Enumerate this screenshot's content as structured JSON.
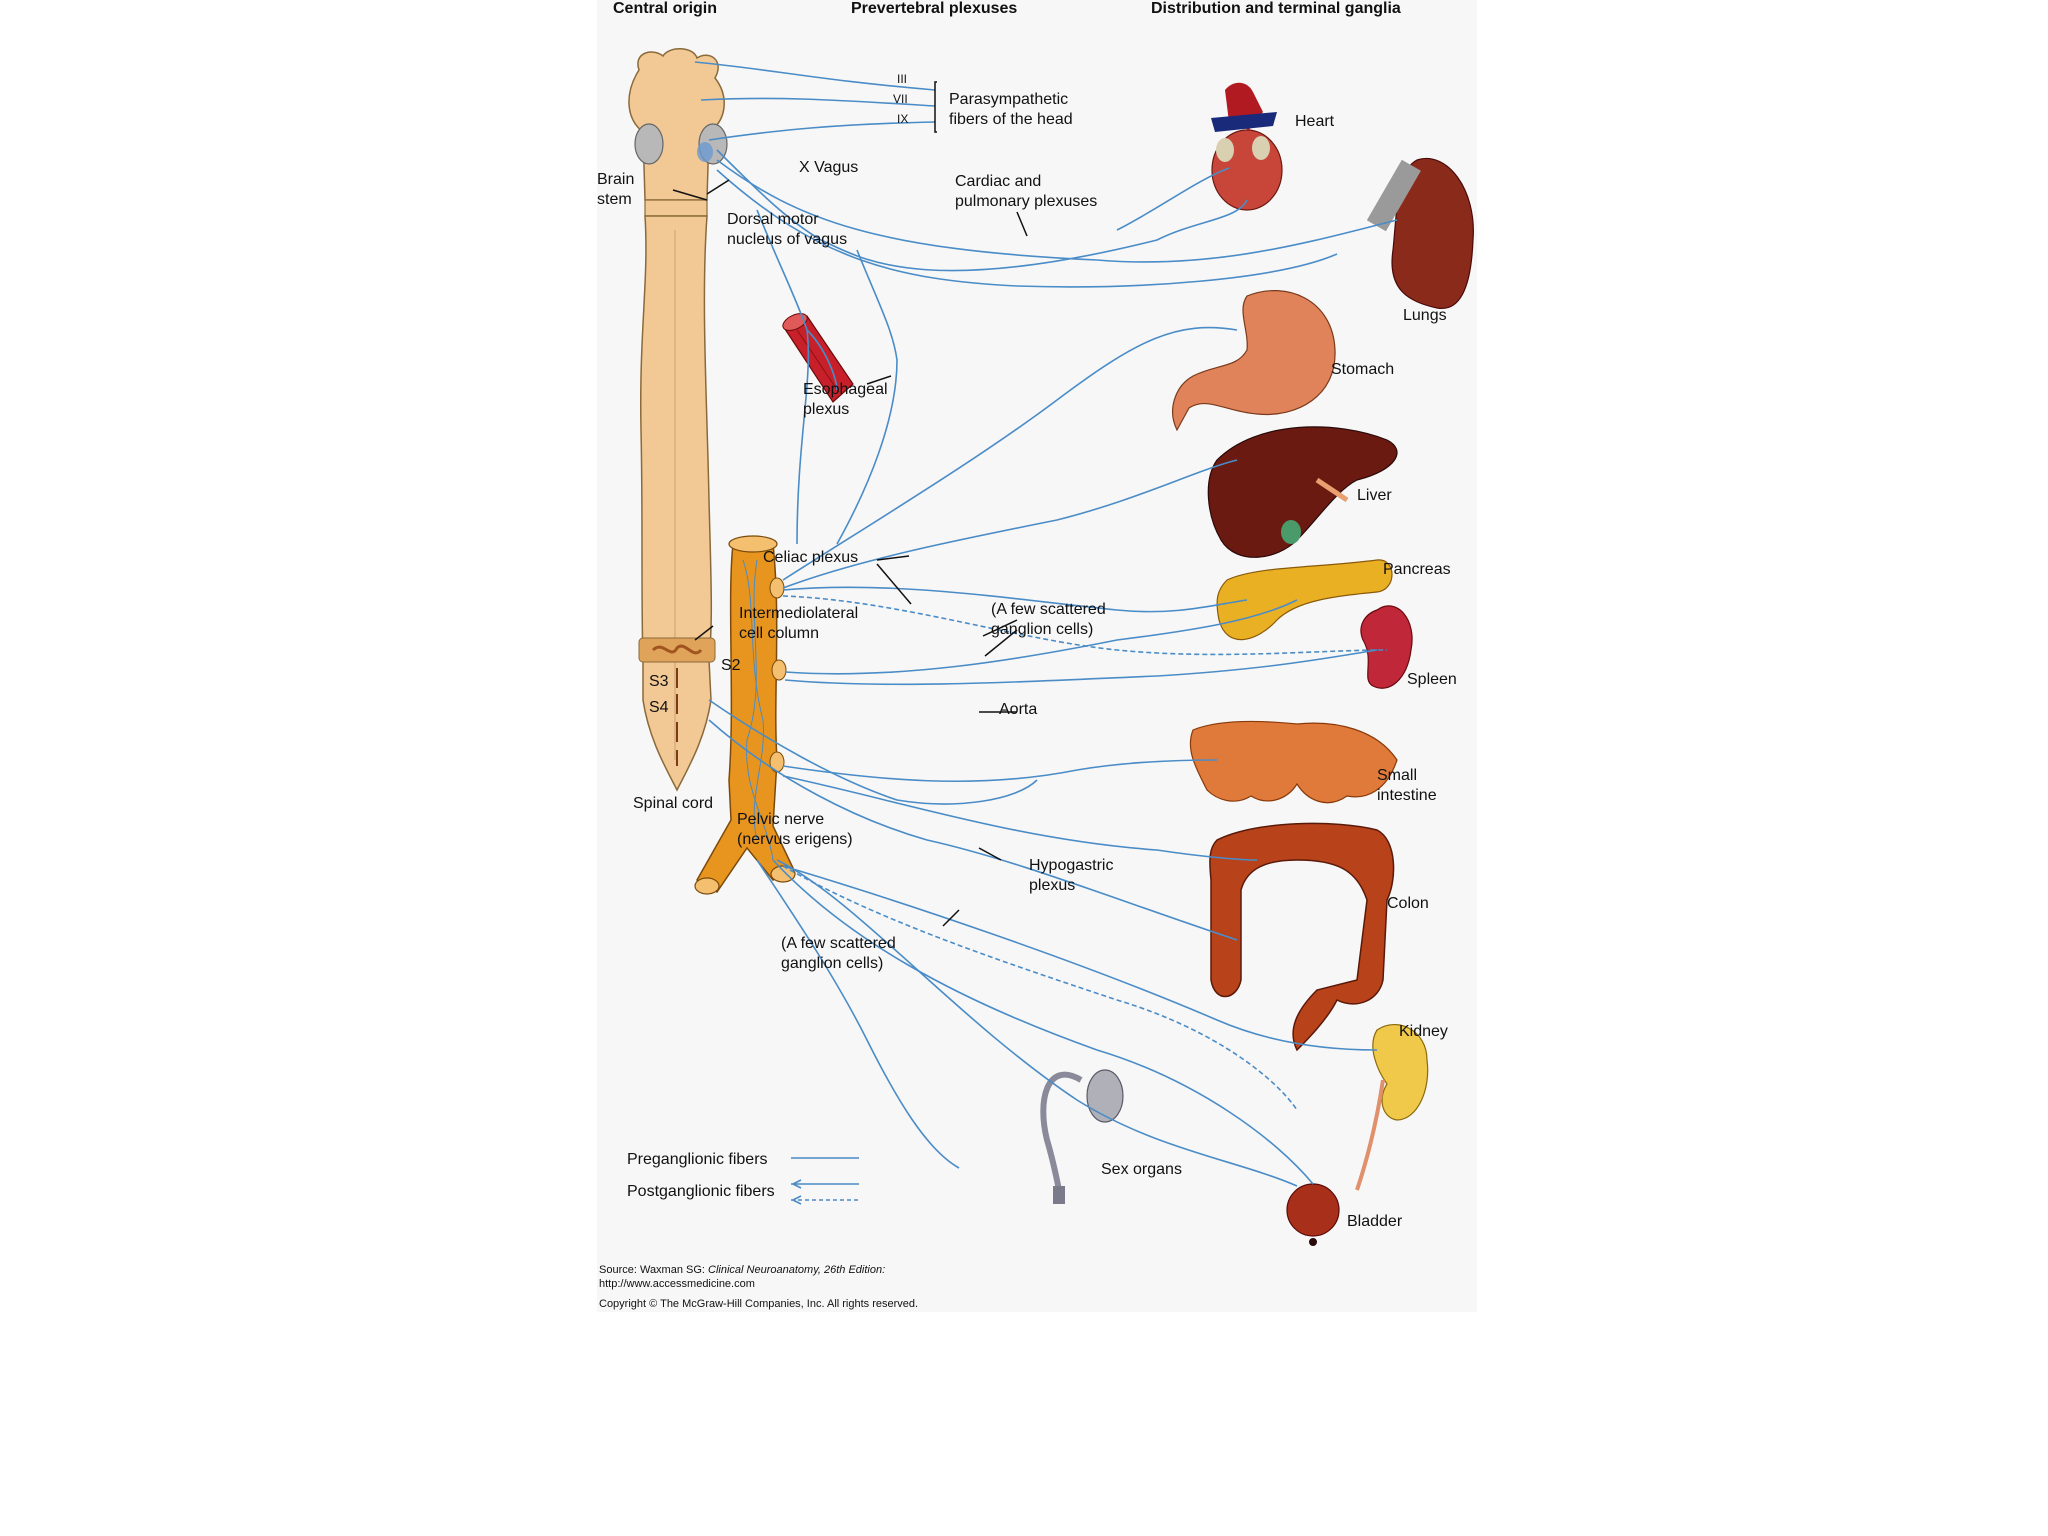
{
  "headers": {
    "central_origin": "Central origin",
    "prevertebral": "Prevertebral plexuses",
    "distribution": "Distribution and terminal ganglia"
  },
  "cranial": {
    "nerve_iii": "III",
    "nerve_vii": "VII",
    "nerve_ix": "IX",
    "parasympathetic_head_1": "Parasympathetic",
    "parasympathetic_head_2": "fibers of the head",
    "vagus": "X Vagus"
  },
  "labels": {
    "brain_stem_1": "Brain",
    "brain_stem_2": "stem",
    "dorsal_motor_1": "Dorsal motor",
    "dorsal_motor_2": "nucleus of vagus",
    "cardiac_1": "Cardiac and",
    "cardiac_2": "pulmonary plexuses",
    "esophageal_1": "Esophageal",
    "esophageal_2": "plexus",
    "celiac": "Celiac plexus",
    "scattered_upper_1": "(A few scattered",
    "scattered_upper_2": "ganglion cells)",
    "intermediolateral_1": "Intermediolateral",
    "intermediolateral_2": "cell column",
    "s2": "S2",
    "s3": "S3",
    "s4": "S4",
    "aorta": "Aorta",
    "spinal_cord": "Spinal cord",
    "pelvic_1": "Pelvic nerve",
    "pelvic_2": "(nervus erigens)",
    "hypogastric_1": "Hypogastric",
    "hypogastric_2": "plexus",
    "scattered_lower_1": "(A few scattered",
    "scattered_lower_2": "ganglion cells)"
  },
  "organs": {
    "heart": "Heart",
    "lungs": "Lungs",
    "stomach": "Stomach",
    "liver": "Liver",
    "pancreas": "Pancreas",
    "spleen": "Spleen",
    "small_intestine_1": "Small",
    "small_intestine_2": "intestine",
    "colon": "Colon",
    "kidney": "Kidney",
    "sex_organs": "Sex organs",
    "bladder": "Bladder"
  },
  "legend": {
    "preganglionic": "Preganglionic fibers",
    "postganglionic": "Postganglionic fibers"
  },
  "source": {
    "prefix": "Source: Waxman SG: ",
    "book": "Clinical Neuroanatomy, 26th Edition:",
    "url": "http://www.accessmedicine.com",
    "copyright": "Copyright © The McGraw-Hill Companies, Inc. All rights reserved."
  },
  "colors": {
    "fiber": "#4a8cc7",
    "spinal_cord": "#f2c995",
    "aorta": "#e8951f",
    "panel_bg": "#f7f7f7"
  }
}
